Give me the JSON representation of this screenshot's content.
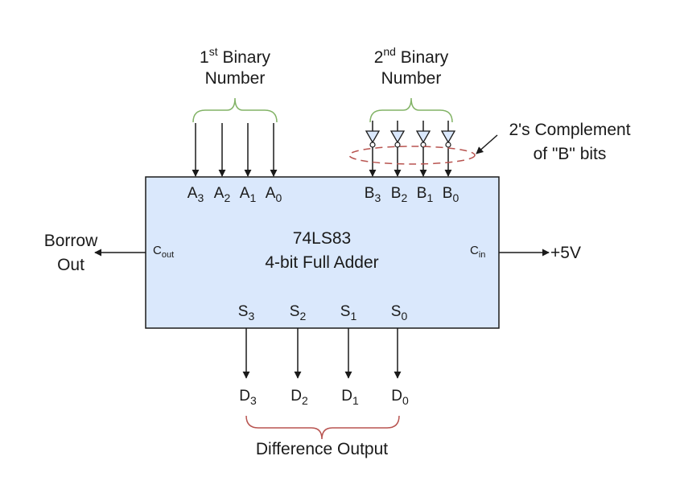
{
  "first_number": {
    "line1_base": "1",
    "line1_sup": "st",
    "line1_rest": " Binary",
    "line2": "Number"
  },
  "second_number": {
    "line1_base": "2",
    "line1_sup": "nd",
    "line1_rest": " Binary",
    "line2": "Number"
  },
  "complement_note": {
    "line1": "2's Complement",
    "line2": "of \"B\" bits"
  },
  "chip": {
    "part": "74LS83",
    "description": "4-bit Full Adder",
    "cout": {
      "base": "C",
      "sub": "out"
    },
    "cin": {
      "base": "C",
      "sub": "in"
    },
    "a_inputs": [
      {
        "base": "A",
        "sub": "3"
      },
      {
        "base": "A",
        "sub": "2"
      },
      {
        "base": "A",
        "sub": "1"
      },
      {
        "base": "A",
        "sub": "0"
      }
    ],
    "b_inputs": [
      {
        "base": "B",
        "sub": "3"
      },
      {
        "base": "B",
        "sub": "2"
      },
      {
        "base": "B",
        "sub": "1"
      },
      {
        "base": "B",
        "sub": "0"
      }
    ],
    "s_outputs": [
      {
        "base": "S",
        "sub": "3"
      },
      {
        "base": "S",
        "sub": "2"
      },
      {
        "base": "S",
        "sub": "1"
      },
      {
        "base": "S",
        "sub": "0"
      }
    ]
  },
  "borrow_out": {
    "line1": "Borrow",
    "line2": "Out"
  },
  "vcc": "+5V",
  "d_outputs": [
    {
      "base": "D",
      "sub": "3"
    },
    {
      "base": "D",
      "sub": "2"
    },
    {
      "base": "D",
      "sub": "1"
    },
    {
      "base": "D",
      "sub": "0"
    }
  ],
  "difference_label": "Difference Output",
  "colors": {
    "chip_fill": "#dae8fc",
    "chip_stroke": "#1a1a1a",
    "green_brace": "#82b366",
    "red_brace": "#b85450",
    "inverter_fill": "#dae8fc"
  }
}
